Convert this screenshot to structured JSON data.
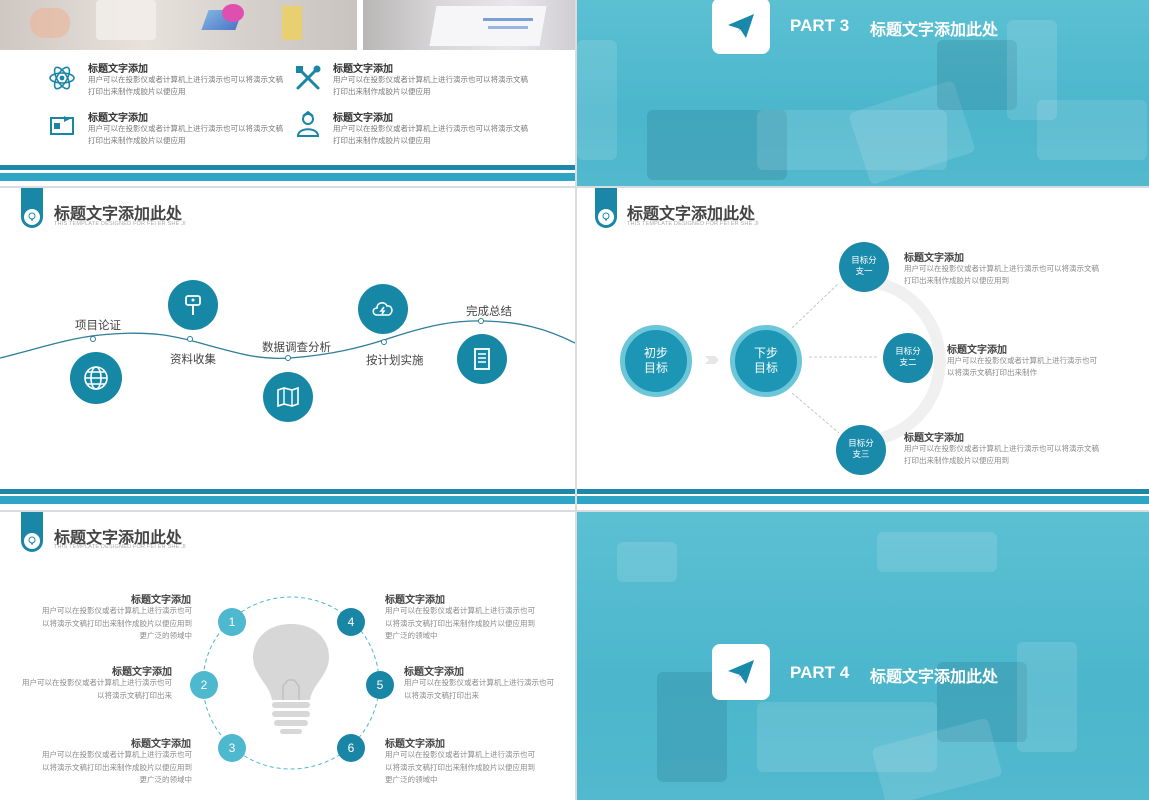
{
  "slide1": {
    "features": [
      {
        "icon": "atom-icon",
        "title": "标题文字添加",
        "body": "用户可以在投影仪或者计算机上进行演示也可以将演示文稿打印出来制作成胶片以便应用"
      },
      {
        "icon": "tools-icon",
        "title": "标题文字添加",
        "body": "用户可以在投影仪或者计算机上进行演示也可以将演示文稿打印出来制作成胶片以便应用"
      },
      {
        "icon": "presentation-icon",
        "title": "标题文字添加",
        "body": "用户可以在投影仪或者计算机上进行演示也可以将演示文稿打印出来制作成胶片以便应用"
      },
      {
        "icon": "teacher-icon",
        "title": "标题文字添加",
        "body": "用户可以在投影仪或者计算机上进行演示也可以将演示文稿打印出来制作成胶片以便应用"
      }
    ]
  },
  "slide2": {
    "part": "PART 3",
    "title": "标题文字添加此处"
  },
  "slide3": {
    "title": "标题文字添加此处",
    "subtitle": "THIS TEMPLATE DESIGNED FOR FEI ER SHE JI",
    "steps": [
      "项目论证",
      "资料收集",
      "数据调查分析",
      "按计划实施",
      "完成总结"
    ]
  },
  "slide4": {
    "title": "标题文字添加此处",
    "subtitle": "THIS TEMPLATE DESIGNED FOR FEI ER SHE JI",
    "start": "初步目标",
    "next": "下步目标",
    "branches": [
      {
        "node": "目标分支一",
        "title": "标题文字添加",
        "body": "用户可以在投影仪或者计算机上进行演示也可以将演示文稿打印出来制作成胶片以便应用到"
      },
      {
        "node": "目标分支二",
        "title": "标题文字添加",
        "body": "用户可以在投影仪或者计算机上进行演示也可以将演示文稿打印出来制作"
      },
      {
        "node": "目标分支三",
        "title": "标题文字添加",
        "body": "用户可以在投影仪或者计算机上进行演示也可以将演示文稿打印出来制作成胶片以便应用到"
      }
    ]
  },
  "slide5": {
    "title": "标题文字添加此处",
    "subtitle": "THIS TEMPLATE DESIGNED FOR FEI ER SHE JI",
    "items": [
      {
        "num": "1",
        "title": "标题文字添加",
        "body": "用户可以在投影仪或者计算机上进行演示也可以将演示文稿打印出来制作成胶片以便应用到更广泛的领域中"
      },
      {
        "num": "2",
        "title": "标题文字添加",
        "body": "用户可以在投影仪或者计算机上进行演示也可以将演示文稿打印出来"
      },
      {
        "num": "3",
        "title": "标题文字添加",
        "body": "用户可以在投影仪或者计算机上进行演示也可以将演示文稿打印出来制作成胶片以便应用到更广泛的领域中"
      },
      {
        "num": "4",
        "title": "标题文字添加",
        "body": "用户可以在投影仪或者计算机上进行演示也可以将演示文稿打印出来制作成胶片以便应用到更广泛的领域中"
      },
      {
        "num": "5",
        "title": "标题文字添加",
        "body": "用户可以在投影仪或者计算机上进行演示也可以将演示文稿打印出来"
      },
      {
        "num": "6",
        "title": "标题文字添加",
        "body": "用户可以在投影仪或者计算机上进行演示也可以将演示文稿打印出来制作成胶片以便应用到更广泛的领域中"
      }
    ]
  },
  "slide6": {
    "part": "PART 4",
    "title": "标题文字添加此处"
  },
  "colors": {
    "primary": "#1688a6",
    "accent": "#2ea5c4",
    "light": "#4db8ce",
    "bg_teal": "#52b9ce"
  }
}
